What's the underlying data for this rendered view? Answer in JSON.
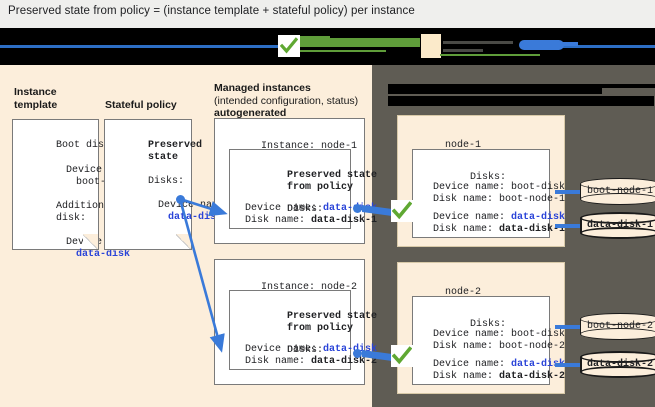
{
  "caption": "Preserved state from policy = (instance template + stateful policy) per instance",
  "legend": {
    "redacted": true,
    "items": [
      "[redacted]",
      "[redacted]",
      "[redacted]",
      "[redacted]"
    ]
  },
  "colors": {
    "panel_left_bg": "#fceedb",
    "panel_right_bg": "#5f5c54",
    "accent_blue": "#3a7ad9",
    "text_blue": "#2a44d8",
    "check_green": "#5fa832",
    "redact_black": "#000000"
  },
  "columns": {
    "instance_template": {
      "heading_line1": "Instance",
      "heading_line2": "template"
    },
    "stateful_policy": {
      "heading": "Stateful policy"
    },
    "managed_instances": {
      "heading_line1": "Managed instances",
      "heading_line2": "(intended configuration, status)",
      "heading_line3": "autogenerated"
    },
    "right_panel": {
      "heading_line1": "[redacted]",
      "heading_line2": "[redacted]"
    }
  },
  "instance_template_doc": {
    "lines": [
      "Boot disk:",
      "",
      "  Device name:",
      "    boot-disk",
      "",
      "Additional",
      "disk:",
      "",
      "  Device name:",
      "    data-disk"
    ],
    "boot_label": "Boot disk:",
    "boot_device_label": "Device name:",
    "boot_device_value": "boot-disk",
    "additional_label_1": "Additional",
    "additional_label_2": "disk:",
    "additional_device_label": "Device name:",
    "additional_device_value": "data-disk"
  },
  "stateful_policy_doc": {
    "title_line1": "Preserved",
    "title_line2": "state",
    "disks_label": "Disks:",
    "device_label": "Device name:",
    "device_value": "data-disk"
  },
  "instances": [
    {
      "title": "Instance: node-1",
      "inner": {
        "title_line1": "Preserved state",
        "title_line2": "from policy",
        "disks_label": "Disks:",
        "device_name_label": "Device name:",
        "device_name_value": "data-disk",
        "disk_name_label": "Disk name:",
        "disk_name_value": "data-disk-1"
      }
    },
    {
      "title": "Instance: node-2",
      "inner": {
        "title_line1": "Preserved state",
        "title_line2": "from policy",
        "disks_label": "Disks:",
        "device_name_label": "Device name:",
        "device_name_value": "data-disk",
        "disk_name_label": "Disk name:",
        "disk_name_value": "data-disk-2"
      }
    }
  ],
  "nodes": [
    {
      "name": "node-1",
      "disks_label": "Disks:",
      "boot": {
        "device_name_label": "Device name: ",
        "device_name_value": "boot-disk",
        "disk_name_label": "Disk name: ",
        "disk_name_value": "boot-node-1"
      },
      "data": {
        "device_name_label": "Device name: ",
        "device_name_value": "data-disk",
        "disk_name_label": "Disk name: ",
        "disk_name_value": "data-disk-1"
      },
      "cylinders": [
        "boot-node-1",
        "data-disk-1"
      ]
    },
    {
      "name": "node-2",
      "disks_label": "Disks:",
      "boot": {
        "device_name_label": "Device name: ",
        "device_name_value": "boot-disk",
        "disk_name_label": "Disk name: ",
        "disk_name_value": "boot-node-2"
      },
      "data": {
        "device_name_label": "Device name: ",
        "device_name_value": "data-disk",
        "disk_name_label": "Disk name: ",
        "disk_name_value": "data-disk-2"
      },
      "cylinders": [
        "boot-node-2",
        "data-disk-2"
      ]
    }
  ]
}
